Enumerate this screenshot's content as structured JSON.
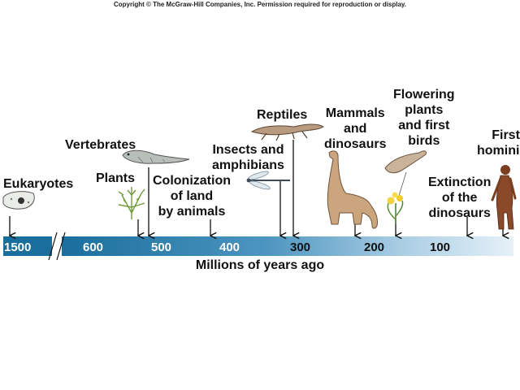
{
  "copyright": "Copyright © The McGraw-Hill Companies, Inc. Permission required for reproduction or display.",
  "timeline": {
    "axis_title": "Millions of years ago",
    "ticks": [
      "1500",
      "600",
      "500",
      "400",
      "300",
      "200",
      "100"
    ],
    "colors": {
      "bar_start": "#1a6e9c",
      "bar_end": "#e6f1f8"
    }
  },
  "events": {
    "eukaryotes": "Eukaryotes",
    "plants": "Plants",
    "vertebrates": "Vertebrates",
    "colonization": "Colonization\nof land\nby animals",
    "insects": "Insects and\namphibians",
    "reptiles": "Reptiles",
    "mammals": "Mammals\nand\ndinosaurs",
    "flowering": "Flowering\nplants\nand first\nbirds",
    "extinction": "Extinction\nof the\ndinosaurs",
    "hominids": "First\nhominids"
  },
  "icons": [
    "arrow-icon",
    "eukaryote-cell-icon",
    "plant-icon",
    "fish-icon",
    "dragonfly-icon",
    "crocodile-icon",
    "dinosaur-icon",
    "bird-icon",
    "flower-icon",
    "hominid-icon"
  ]
}
